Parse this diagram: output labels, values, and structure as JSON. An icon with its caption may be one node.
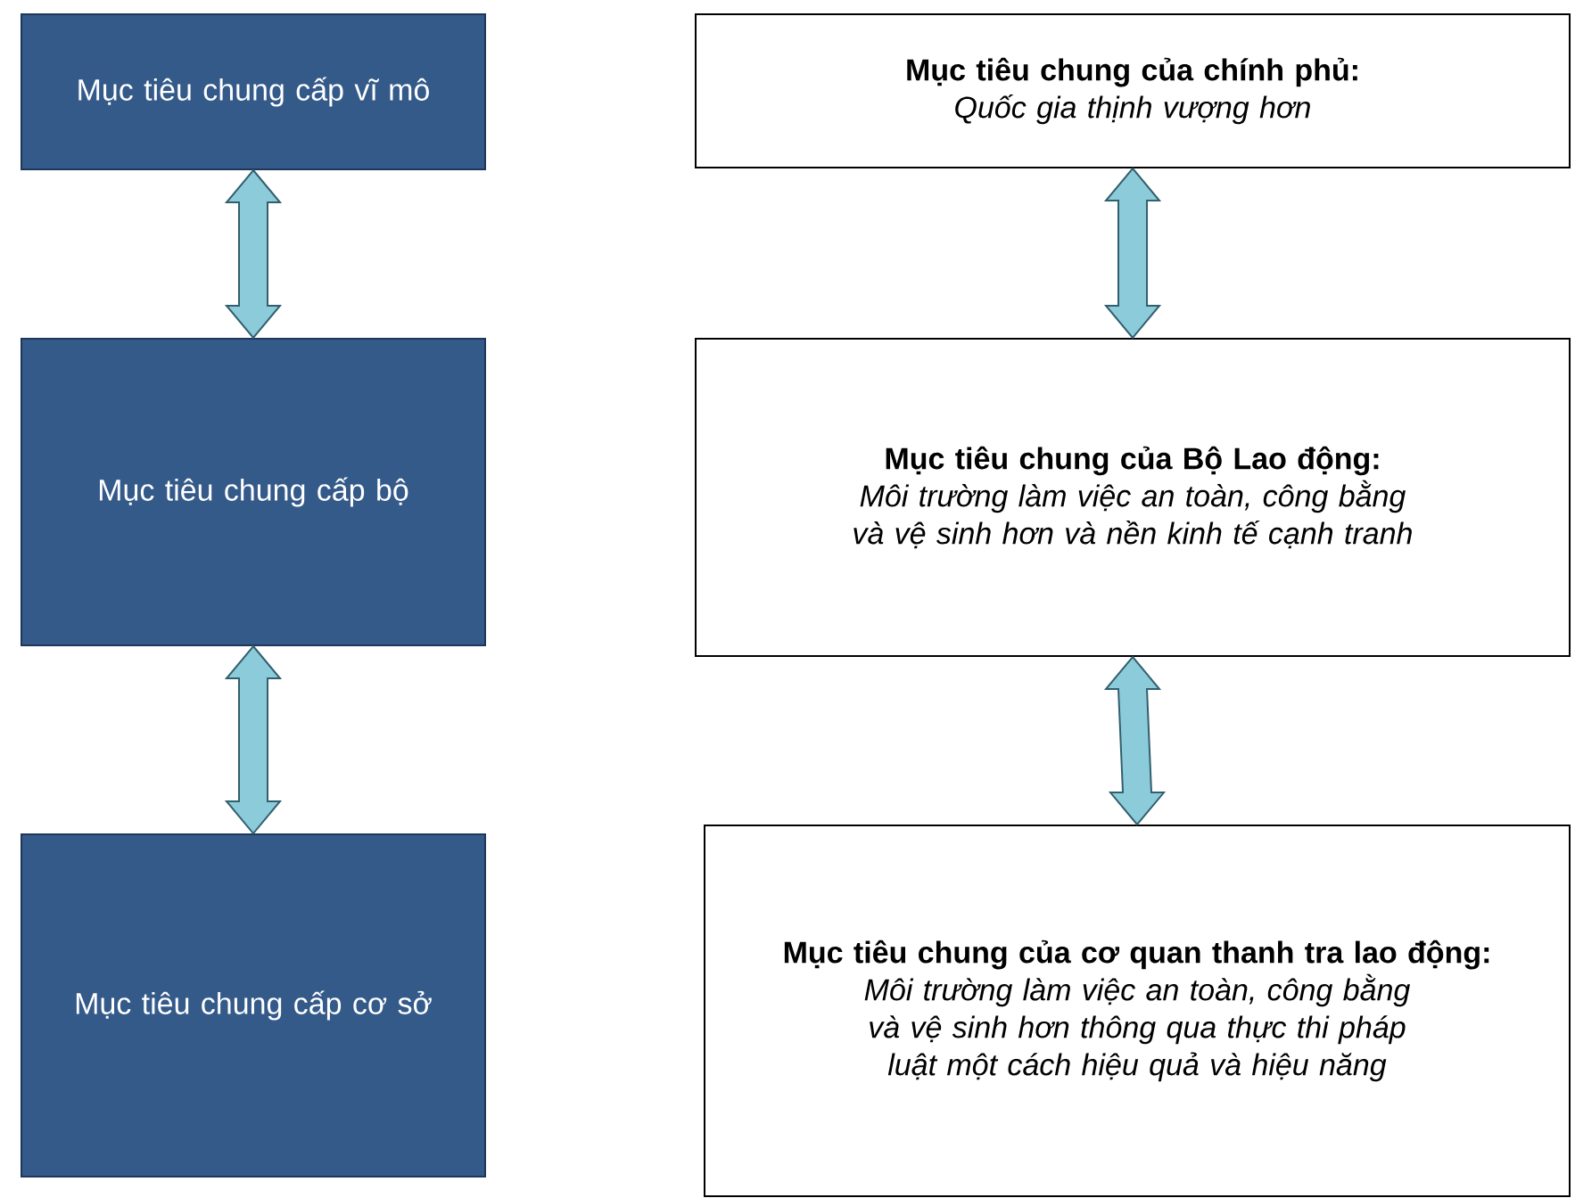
{
  "diagram": {
    "nodes": [
      {
        "text": [
          "Mục tiêu chung cấp vĩ mô"
        ]
      },
      {
        "text": [
          "Mục tiêu chung cấp bộ"
        ]
      },
      {
        "text": [
          "Mục tiêu chung cấp cơ sở"
        ]
      },
      {
        "text": [
          "Mục tiêu chung của chính phủ:",
          "Quốc gia thịnh vượng hơn"
        ]
      },
      {
        "text": [
          "Mục tiêu chung của Bộ Lao động:",
          "Môi trường làm việc an toàn, công bằng và vệ sinh hơn và nền kinh tế cạnh tranh"
        ]
      },
      {
        "text": [
          "Mục tiêu chung của cơ quan thanh tra lao động:",
          "Môi trường làm việc an toàn, công bằng và vệ sinh hơn thông qua thực thi pháp luật một cách hiệu quả và hiệu năng"
        ]
      }
    ],
    "edges": [
      {
        "from": 0,
        "to": 1,
        "arrow": "both"
      },
      {
        "from": 1,
        "to": 2,
        "arrow": "both"
      },
      {
        "from": 3,
        "to": 4,
        "arrow": "both"
      },
      {
        "from": 4,
        "to": 5,
        "arrow": "both"
      }
    ]
  }
}
